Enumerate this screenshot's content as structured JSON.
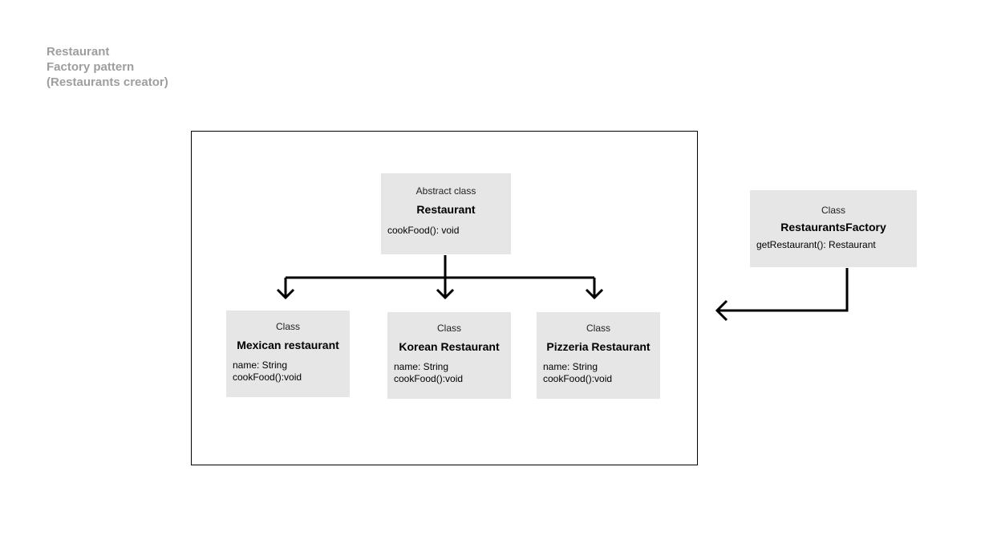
{
  "title": {
    "lines": [
      "Restaurant",
      "Factory pattern",
      "(Restaurants creator)"
    ]
  },
  "colors": {
    "title_text": "#9e9e9e",
    "box_fill": "#e6e6e6",
    "line": "#000000"
  },
  "classes": {
    "restaurant": {
      "stereotype": "Abstract class",
      "name": "Restaurant",
      "members": [
        "cookFood(): void"
      ]
    },
    "mexican": {
      "stereotype": "Class",
      "name": "Mexican restaurant",
      "members": [
        "name: String",
        "cookFood():void"
      ]
    },
    "korean": {
      "stereotype": "Class",
      "name": "Korean Restaurant",
      "members": [
        "name: String",
        "cookFood():void"
      ]
    },
    "pizzeria": {
      "stereotype": "Class",
      "name": "Pizzeria Restaurant",
      "members": [
        "name: String",
        "cookFood():void"
      ]
    },
    "factory": {
      "stereotype": "Class",
      "name": "RestaurantsFactory",
      "members": [
        "getRestaurant(): Restaurant"
      ]
    }
  }
}
